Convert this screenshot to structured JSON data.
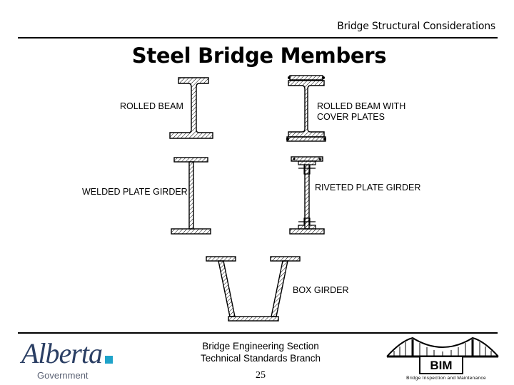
{
  "header": {
    "title": "Bridge Structural Considerations"
  },
  "slide": {
    "title": "Steel Bridge Members"
  },
  "members": {
    "rolled_beam": "ROLLED BEAM",
    "rolled_beam_cover_line1": "ROLLED BEAM WITH",
    "rolled_beam_cover_line2": "COVER PLATES",
    "welded_plate_girder": "WELDED PLATE GIRDER",
    "riveted_plate_girder": "RIVETED PLATE GIRDER",
    "box_girder": "BOX GIRDER"
  },
  "footer": {
    "line1": "Bridge Engineering Section",
    "line2": "Technical Standards Branch",
    "page_number": "25",
    "logo_word": "Alberta",
    "logo_sub": "Government",
    "bim_text": "BIM",
    "bim_sub": "Bridge Inspection and Maintenance"
  },
  "colors": {
    "alberta_blue": "#2b3f64",
    "alberta_accent": "#1fa3c9"
  }
}
